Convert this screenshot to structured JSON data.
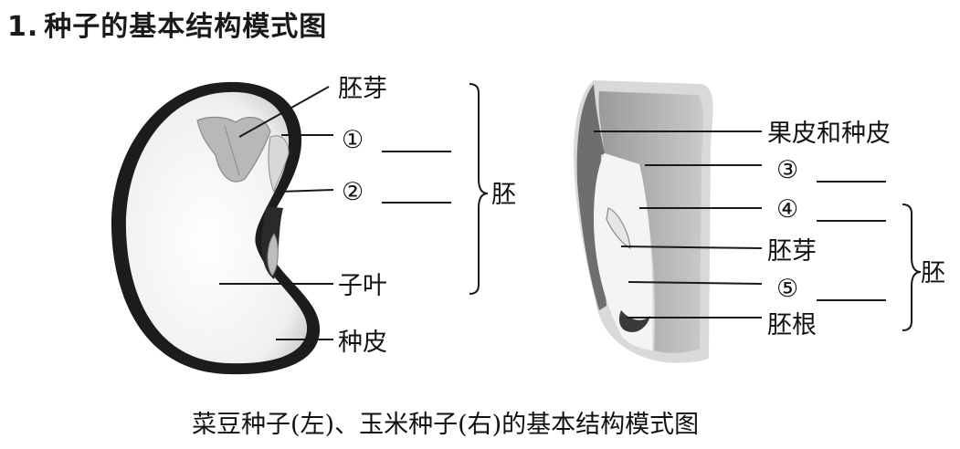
{
  "title": {
    "number": "1.",
    "text": "种子的基本结构模式图"
  },
  "bean": {
    "labels": {
      "embryo_bud": "胚芽",
      "blank1": "①",
      "blank2": "②",
      "cotyledon": "子叶",
      "seed_coat": "种皮",
      "embryo": "胚"
    }
  },
  "corn": {
    "labels": {
      "pericarp_seed_coat": "果皮和种皮",
      "blank3": "③",
      "blank4": "④",
      "embryo_bud": "胚芽",
      "blank5": "⑤",
      "radicle": "胚根",
      "embryo": "胚"
    }
  },
  "caption": "菜豆种子(左)、玉米种子(右)的基本结构模式图"
}
